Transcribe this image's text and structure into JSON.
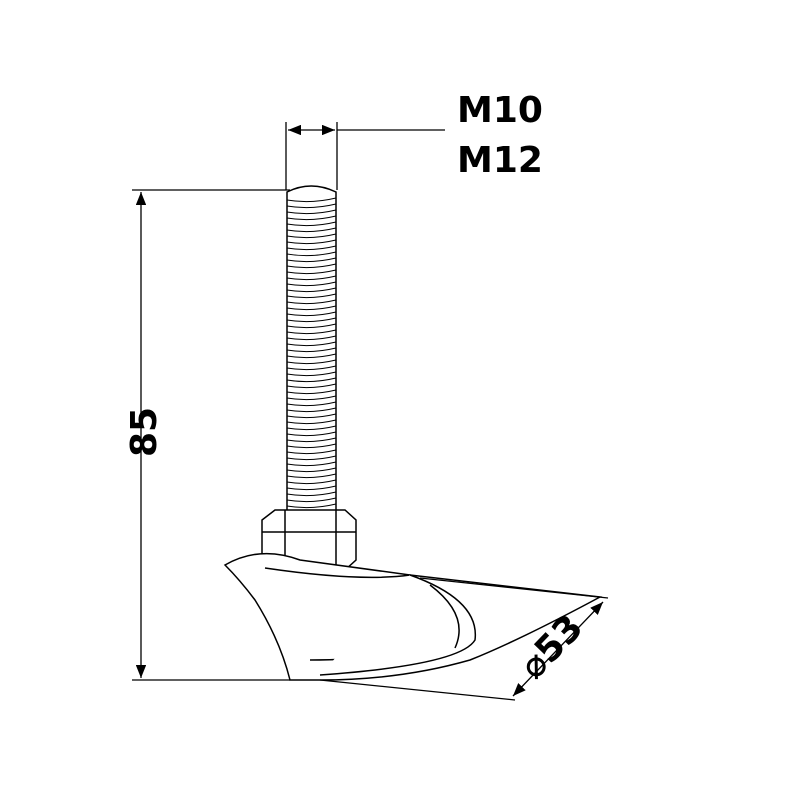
{
  "drawing": {
    "thread_labels": [
      "M10",
      "M12"
    ],
    "height_dimension": "85",
    "diameter_dimension": "⌀53"
  },
  "colors": {
    "line": "#000000",
    "background": "#ffffff"
  }
}
